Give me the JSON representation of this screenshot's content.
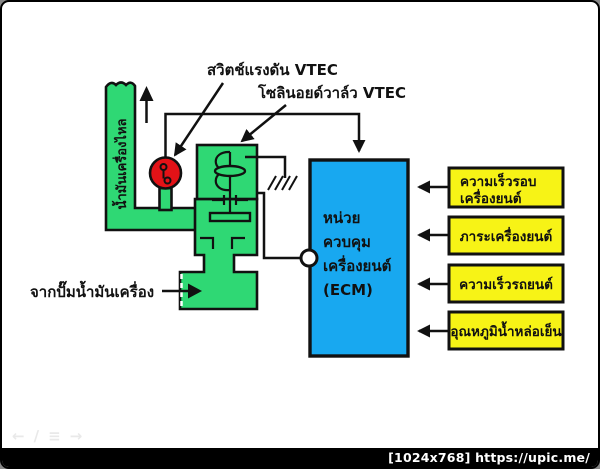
{
  "frame": {
    "watermark": "[1024x768] https://upic.me/"
  },
  "toolbar": {
    "icons": [
      {
        "name": "prev-arrow-icon",
        "glyph": "←"
      },
      {
        "name": "edit-pencil-icon",
        "glyph": "∕"
      },
      {
        "name": "list-icon",
        "glyph": "≡"
      },
      {
        "name": "next-arrow-icon",
        "glyph": "→"
      }
    ]
  },
  "diagram": {
    "labels": {
      "pressure_switch": "สวิตช์แรงดัน VTEC",
      "solenoid_valve": "โซลินอยด์วาล์ว VTEC",
      "oil_flow": "น้ำมันเครื่องไหล",
      "from_oil_pump": "จากปั๊มน้ำมันเครื่อง"
    },
    "ecm_box": {
      "lines": [
        "หน่วย",
        "ควบคุม",
        "เครื่องยนต์",
        "(ECM)"
      ]
    },
    "sensor_boxes": [
      {
        "line1": "ความเร็วรอบ",
        "line2": "เครื่องยนต์"
      },
      {
        "line1": "ภาระเครื่องยนต์",
        "line2": ""
      },
      {
        "line1": "ความเร็วรถยนต์",
        "line2": ""
      },
      {
        "line1": "อุณหภูมิน้ำหล่อเย็น",
        "line2": ""
      }
    ],
    "colors": {
      "oil_passage_green": "#2fd874",
      "pressure_switch_red": "#e31217",
      "ecm_blue": "#18a8f0",
      "sensor_yellow": "#f7f316",
      "line_black": "#111111"
    }
  }
}
